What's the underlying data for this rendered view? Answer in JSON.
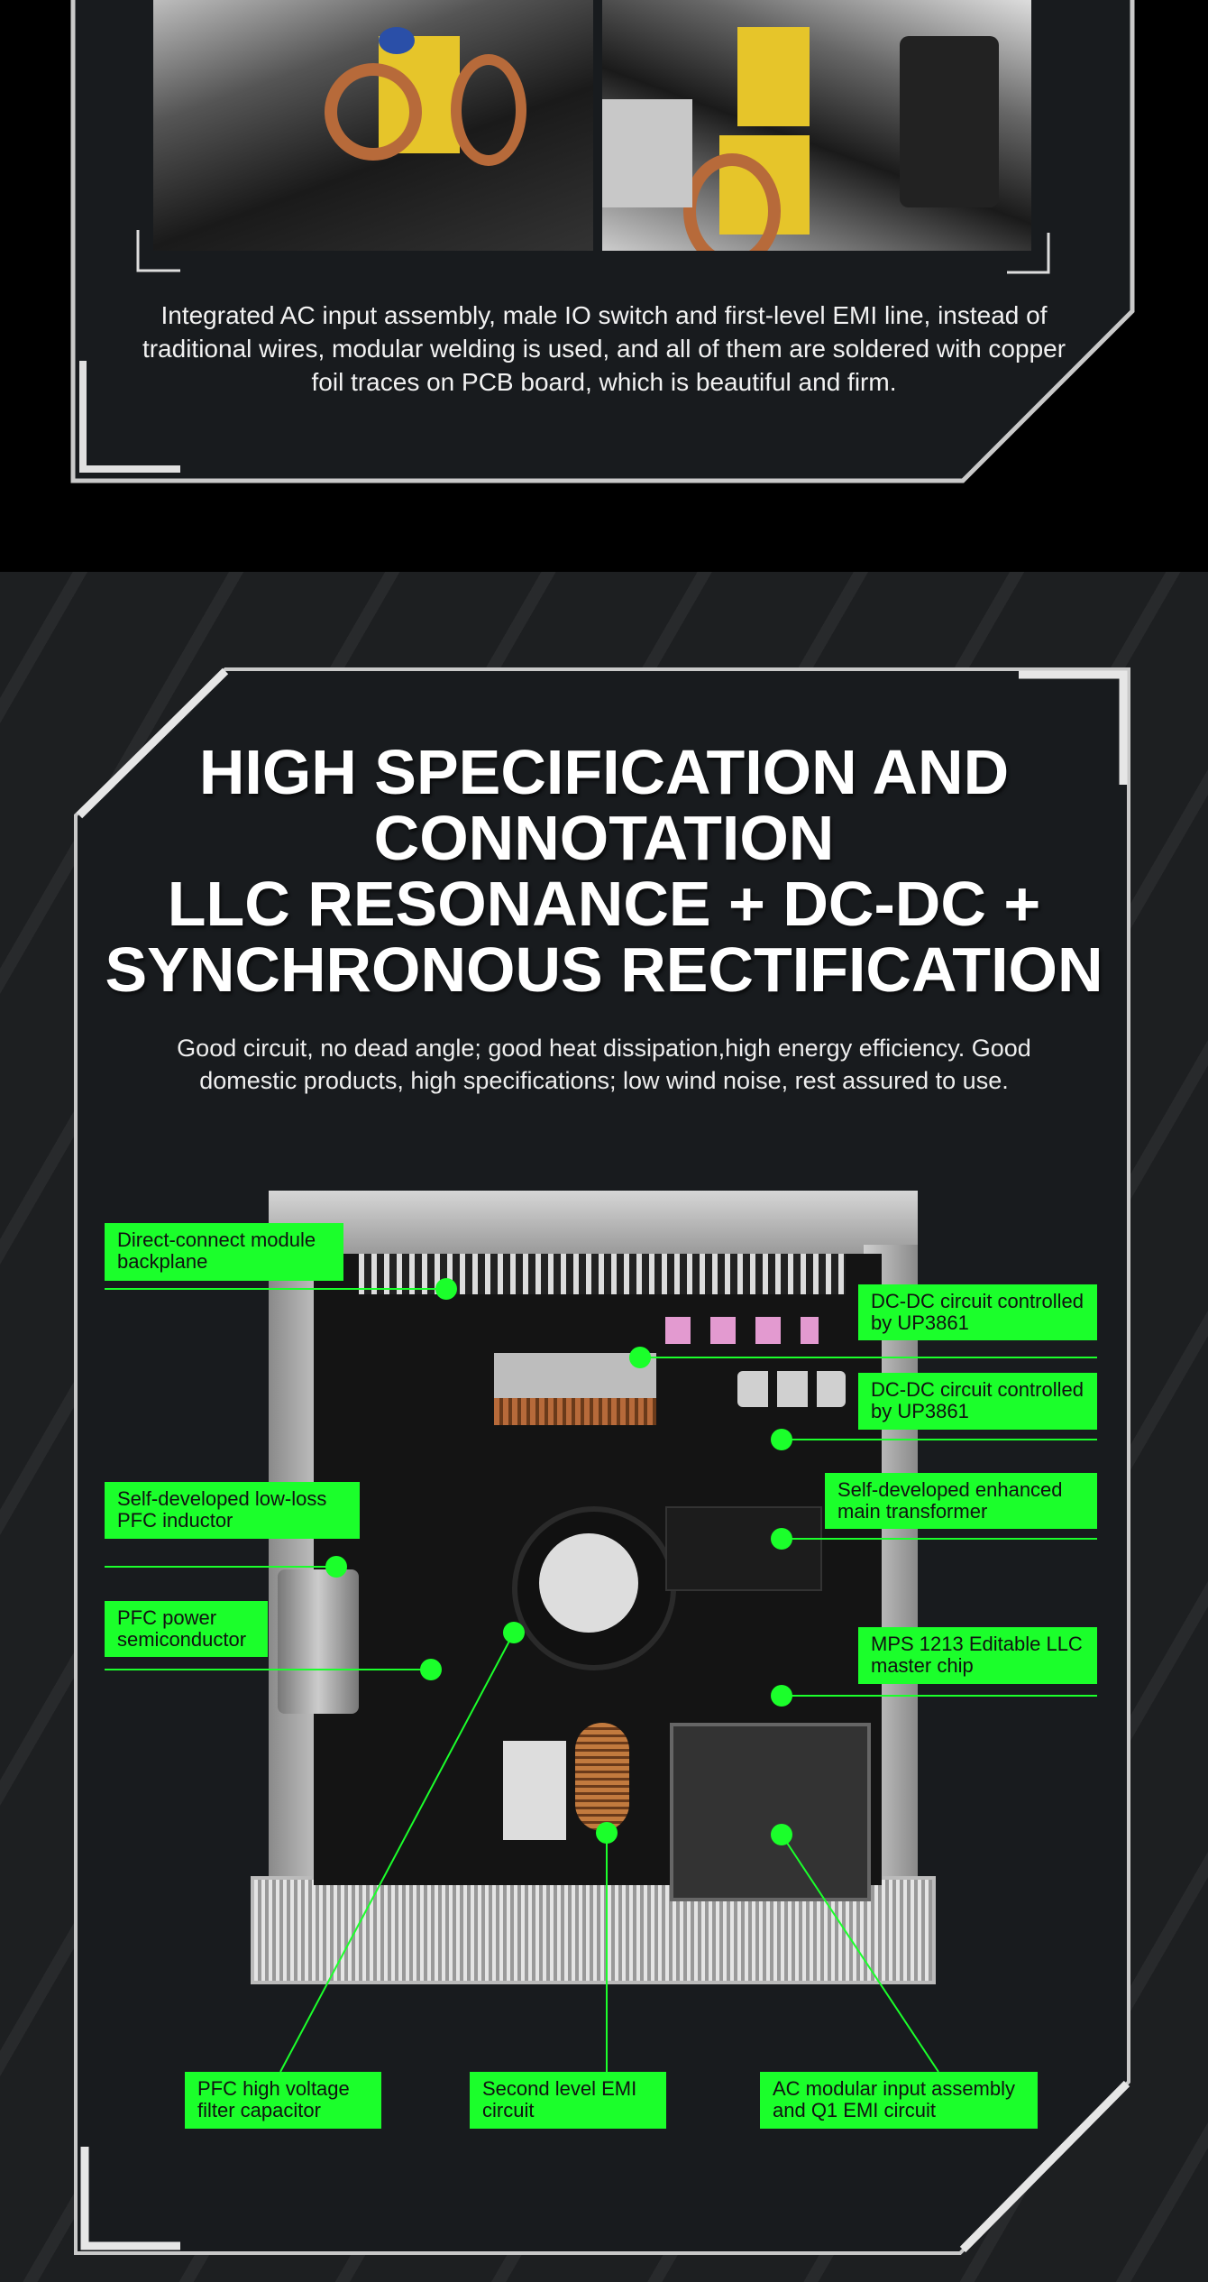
{
  "section1": {
    "description": "Integrated AC input assembly, male IO switch and first-level EMI line, instead of traditional wires, modular welding is used, and all of them are soldered with copper foil traces on PCB board, which is beautiful and firm."
  },
  "section2": {
    "title_lines": [
      "HIGH SPECIFICATION AND",
      "CONNOTATION",
      "LLC RESONANCE + DC-DC +",
      "SYNCHRONOUS RECTIFICATION"
    ],
    "subtitle": "Good circuit, no dead angle; good heat dissipation,high energy efficiency. Good domestic products, high specifications; low wind noise, rest assured to use.",
    "labels": [
      "Direct-connect module backplane",
      "DC-DC circuit controlled by UP3861",
      "DC-DC circuit controlled by UP3861",
      "Self-developed enhanced main transformer",
      "MPS 1213 Editable LLC master chip",
      "Self-developed low-loss PFC inductor",
      "PFC power semiconductor",
      "PFC high voltage filter capacitor",
      "Second level EMI circuit",
      "AC modular input assembly and Q1 EMI circuit"
    ],
    "accent_color": "#1bff2b"
  }
}
